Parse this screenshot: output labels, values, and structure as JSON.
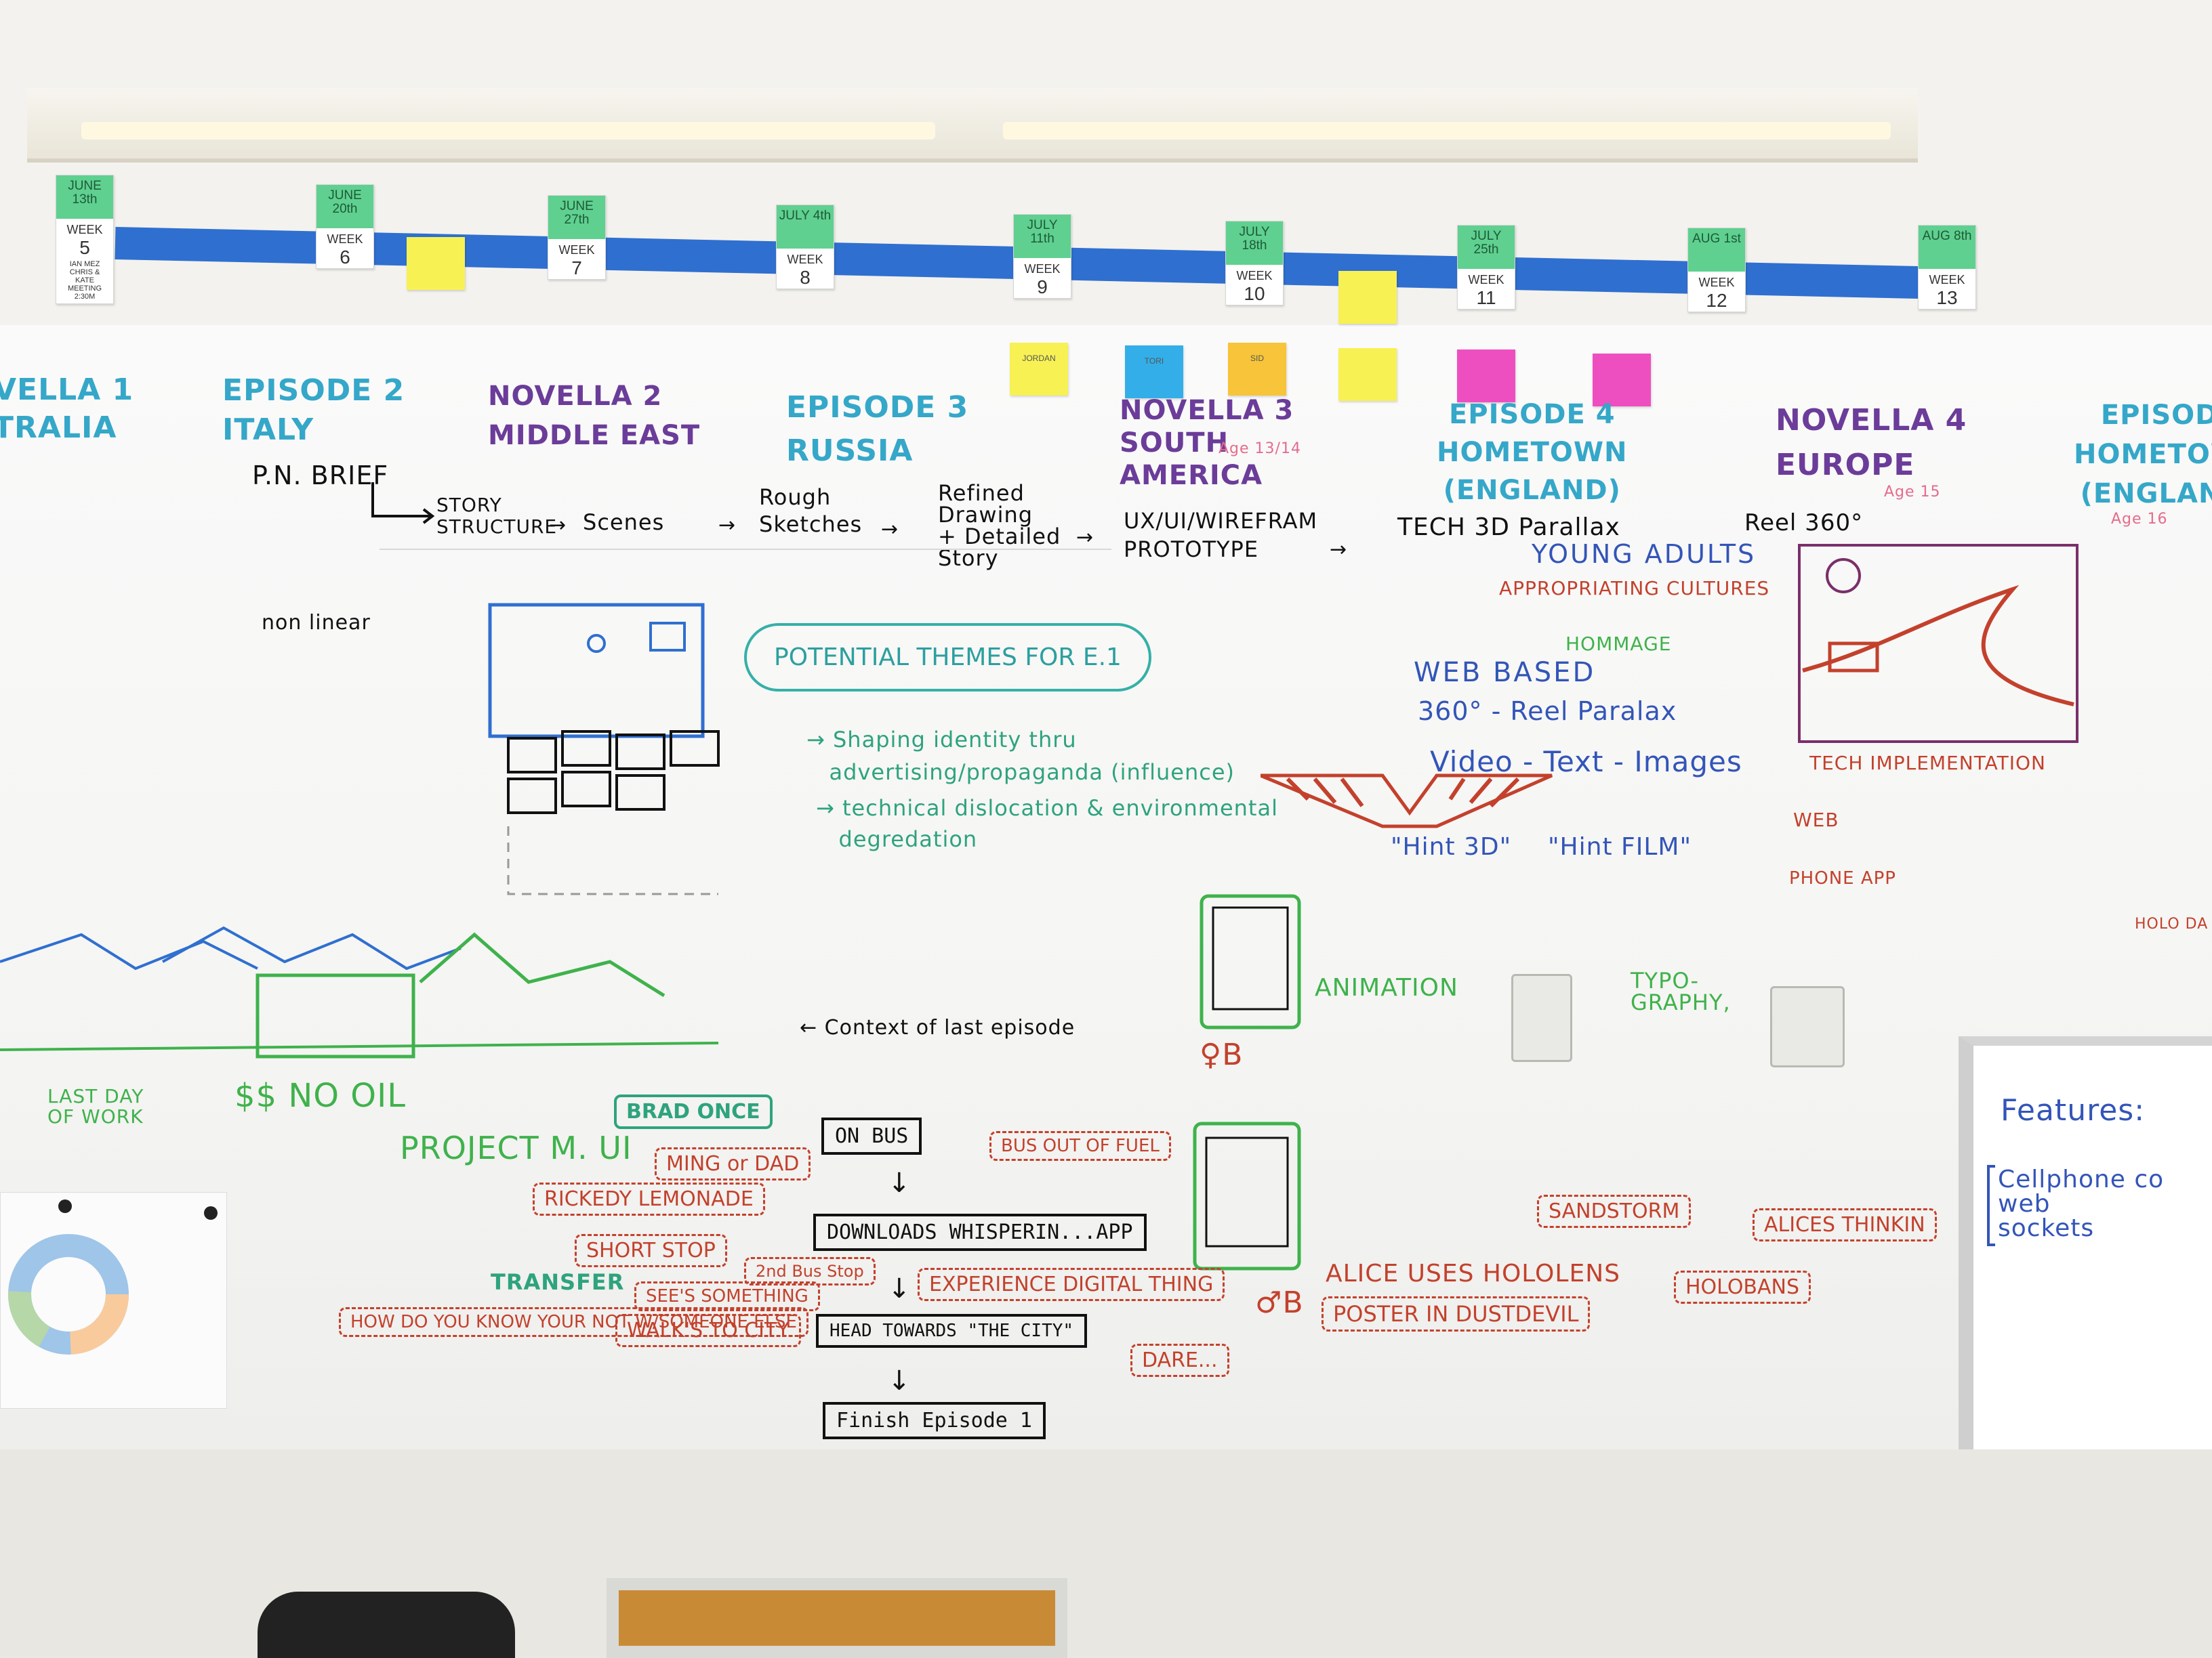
{
  "weeks": [
    {
      "month_day": "JUNE 13th",
      "week": "WEEK",
      "num": "5",
      "extra": "IAN MEZ\nCHRIS &\nKATE\nMEETING\n2:30M"
    },
    {
      "month_day": "JUNE 20th",
      "week": "WEEK",
      "num": "6",
      "extra": ""
    },
    {
      "month_day": "JUNE 27th",
      "week": "WEEK",
      "num": "7",
      "extra": ""
    },
    {
      "month_day": "JULY 4th",
      "week": "WEEK",
      "num": "8",
      "extra": ""
    },
    {
      "month_day": "JULY 11th",
      "week": "WEEK",
      "num": "9",
      "extra": ""
    },
    {
      "month_day": "JULY 18th",
      "week": "WEEK",
      "num": "10",
      "extra": ""
    },
    {
      "month_day": "JULY 25th",
      "week": "WEEK",
      "num": "11",
      "extra": ""
    },
    {
      "month_day": "AUG 1st",
      "week": "WEEK",
      "num": "12",
      "extra": ""
    },
    {
      "month_day": "AUG 8th",
      "week": "WEEK",
      "num": "13",
      "extra": ""
    }
  ],
  "stickies": [
    {
      "text": "",
      "color": "#f7f154"
    },
    {
      "text": "",
      "color": "#f7f154"
    },
    {
      "text": "JORDAN",
      "color": "#f7f154"
    },
    {
      "text": "TORI",
      "color": "#33aee8"
    },
    {
      "text": "SID",
      "color": "#f7c43a"
    },
    {
      "text": "",
      "color": "#f7f154"
    },
    {
      "text": "",
      "color": "#ee4fc0"
    },
    {
      "text": "",
      "color": "#ee4fc0"
    }
  ],
  "episodes": [
    {
      "line1": "VELLA 1",
      "line2": "TRALIA"
    },
    {
      "line1": "EPISODE 2",
      "line2": "ITALY"
    },
    {
      "line1": "NOVELLA 2",
      "line2": "MIDDLE EAST"
    },
    {
      "line1": "EPISODE 3",
      "line2": "RUSSIA"
    },
    {
      "line1": "NOVELLA 3",
      "line2": "SOUTH",
      "line3": "AMERICA",
      "age": "Age 13/14"
    },
    {
      "line1": "EPISODE 4",
      "line2": "HOMETOWN",
      "line3": "(ENGLAND)"
    },
    {
      "line1": "NOVELLA 4",
      "line2": "EUROPE",
      "age": "Age 15"
    },
    {
      "line1": "EPISODE",
      "line2": "HOMETOWN",
      "line3": "(ENGLAND)",
      "age": "Age 16"
    }
  ],
  "process": {
    "brief": "P.N. BRIEF",
    "story_structure": "STORY\nSTRUCTURE",
    "scenes": "Scenes",
    "rough": "Rough\nSketches",
    "refined": "Refined\nDrawing\n+ Detailed\nStory",
    "ux": "UX/UI/WIREFRAM\nPROTOTYPE",
    "tech": "TECH  3D  Parallax",
    "reel": "Reel 360°"
  },
  "tech_notes": {
    "young_adults": "YOUNG ADULTS",
    "appropriating": "APPROPRIATING CULTURES",
    "hommage": "HOMMAGE",
    "web_based": "WEB BASED",
    "reel_parallax": "360° - Reel Paralax",
    "video_text": "Video - Text - Images",
    "hint_3d": "\"Hint 3D\"",
    "hint_film": "\"Hint FILM\"",
    "tech_impl": "TECH  IMPLEMENTATION",
    "web": "WEB",
    "phone_app": "PHONE APP",
    "holo": "HOLO DA"
  },
  "themes": {
    "cloud": "POTENTIAL THEMES FOR E.1",
    "item1": "→ Shaping identity thru\n   advertising/propaganda (influence)",
    "item2": "→ technical dislocation & environmental\n   degredation"
  },
  "sketch_labels": {
    "non_linear": "non linear",
    "last_day": "LAST DAY\nOF WORK",
    "no_oil": "$$ NO OIL",
    "project_m": "PROJECT M. UI",
    "animation": "ANIMATION",
    "typography": "TYPO-\nGRAPHY,",
    "context": "← Context of last episode",
    "female_b": "♀B",
    "male_b": "♂B"
  },
  "flow": {
    "brad": "BRAD ONCE",
    "on_bus": "ON BUS",
    "downloads": "DOWNLOADS WHISPERIN...APP",
    "head": "HEAD TOWARDS \"THE CITY\"",
    "finish": "Finish Episode 1"
  },
  "side_notes": {
    "ming": "MING or DAD",
    "rickedy": "RICKEDY LEMONADE",
    "short_stop": "SHORT STOP",
    "second_bus": "2nd Bus Stop",
    "transfer": "TRANSFER",
    "sees": "SEE'S SOMETHING",
    "walks": "WALK'S TO CITY",
    "how_do": "HOW DO YOU KNOW YOUR NOT W/SOMEONE ELSE",
    "bus_fuel": "BUS OUT OF FUEL",
    "experience": "EXPERIENCE DIGITAL THING",
    "dare": "DARE...",
    "alice_holo": "ALICE USES HOLOLENS",
    "poster": "POSTER IN DUSTDEVIL",
    "sandstorm": "SANDSTORM",
    "alices_thinking": "ALICES THINKIN",
    "holobans": "HOLOBANS"
  },
  "features_board": {
    "title": "Features:",
    "item": "Cellphone co\nweb\nsockets"
  }
}
